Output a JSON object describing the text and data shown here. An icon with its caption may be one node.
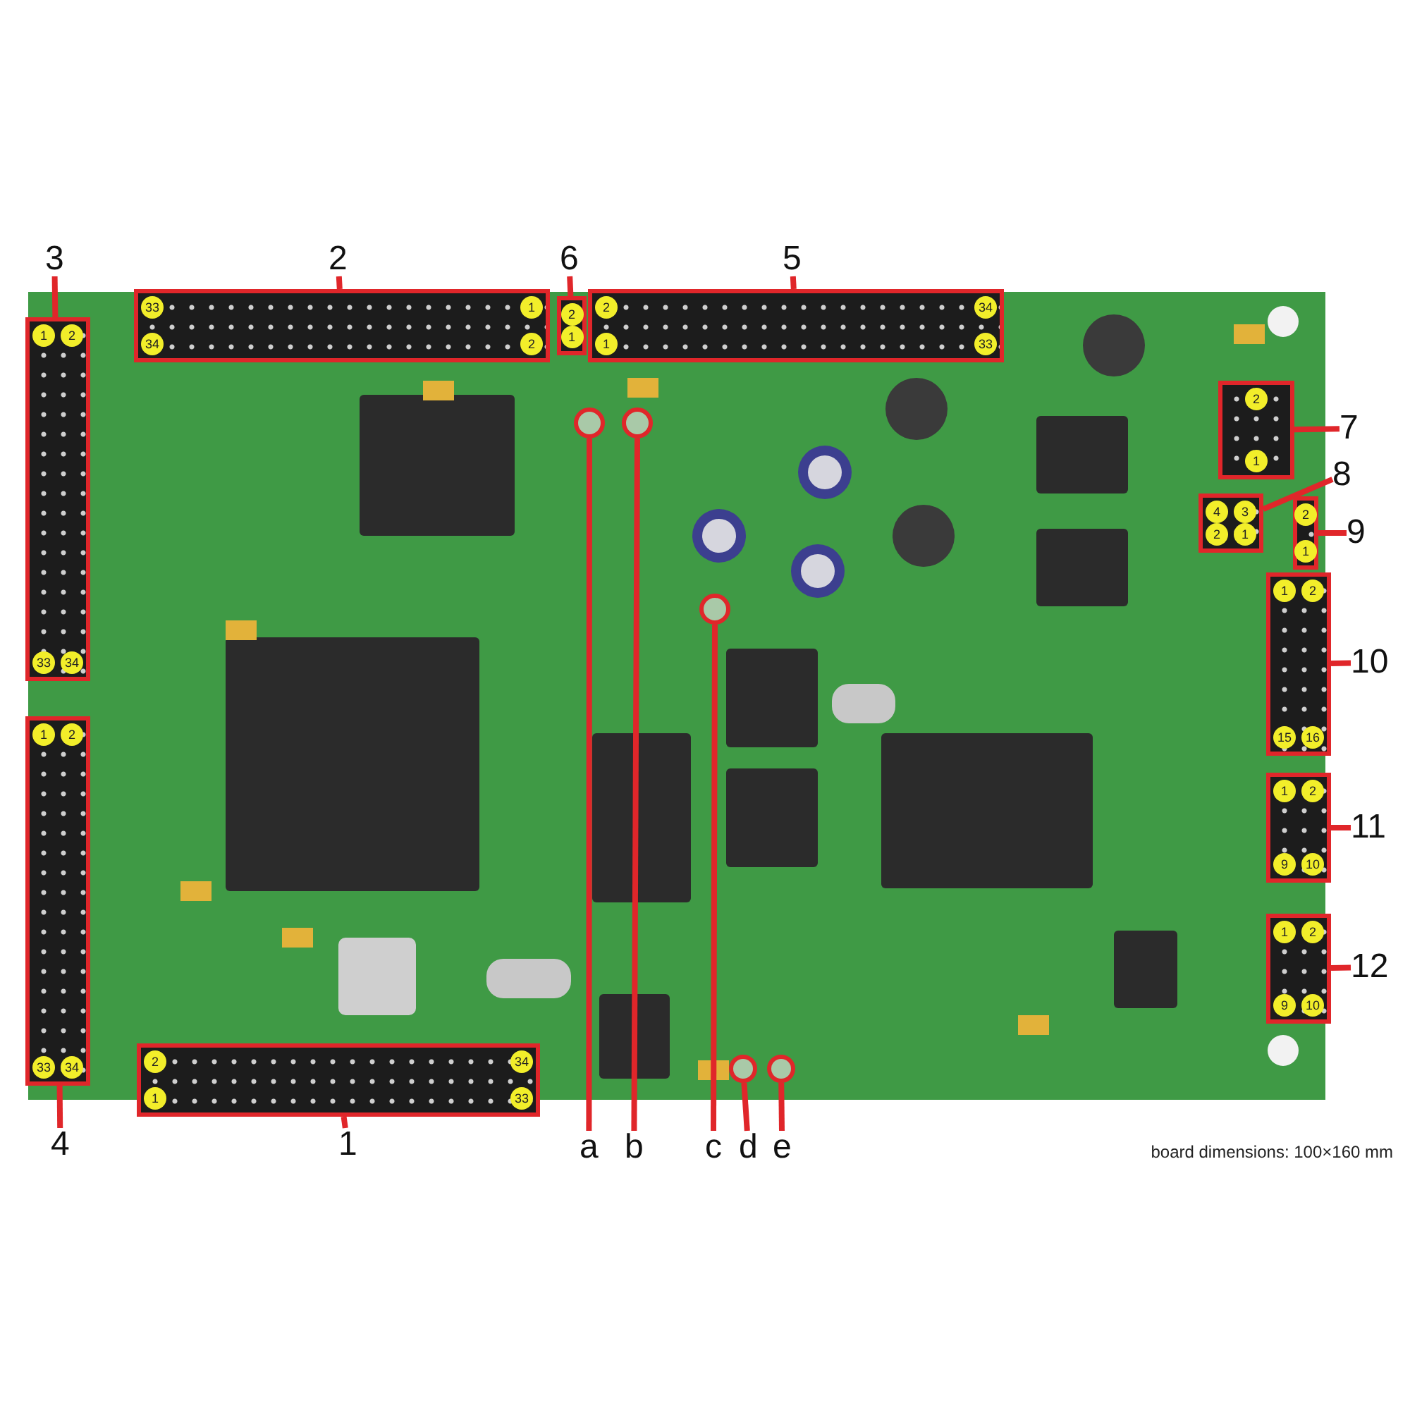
{
  "diagram": {
    "nodes": [
      {
        "text": [
          "3"
        ]
      },
      {
        "text": [
          "2"
        ]
      },
      {
        "text": [
          "6"
        ]
      },
      {
        "text": [
          "5"
        ]
      },
      {
        "text": [
          "1",
          "2",
          "33",
          "34"
        ]
      },
      {
        "text": [
          "33",
          "1",
          "34",
          "2"
        ]
      },
      {
        "text": [
          "2",
          "1"
        ]
      },
      {
        "text": [
          "2",
          "34",
          "1",
          "33"
        ]
      },
      {
        "text": [
          "7"
        ]
      },
      {
        "text": [
          "2",
          "1"
        ]
      },
      {
        "text": [],
        "shape": "circle"
      },
      {
        "text": [],
        "shape": "circle"
      },
      {
        "text": [
          "8"
        ]
      },
      {
        "text": [
          "4",
          "3",
          "2",
          "1"
        ]
      },
      {
        "text": [
          "2",
          "1"
        ]
      },
      {
        "text": [
          "9"
        ]
      },
      {
        "text": [],
        "shape": "circle"
      },
      {
        "text": [
          "1",
          "2",
          "15",
          "16"
        ]
      },
      {
        "text": [
          "10"
        ]
      },
      {
        "text": [
          "1",
          "2",
          "33",
          "34"
        ]
      },
      {
        "text": [
          "1",
          "2",
          "9",
          "10"
        ]
      },
      {
        "text": [
          "11"
        ]
      },
      {
        "text": [
          "1",
          "2",
          "9",
          "10"
        ]
      },
      {
        "text": [
          "12"
        ]
      },
      {
        "text": [],
        "shape": "circle"
      },
      {
        "text": [],
        "shape": "circle"
      },
      {
        "text": [
          "2",
          "34",
          "1",
          "33"
        ]
      },
      {
        "text": [
          "4"
        ]
      },
      {
        "text": [
          "1"
        ]
      },
      {
        "text": [
          "a"
        ]
      },
      {
        "text": [
          "b"
        ]
      },
      {
        "text": [
          "c"
        ]
      },
      {
        "text": [
          "d"
        ]
      },
      {
        "text": [
          "e"
        ]
      }
    ],
    "edges": [
      {
        "from": 0,
        "to": 4,
        "arrow": "none"
      },
      {
        "from": 1,
        "to": 5,
        "arrow": "none"
      },
      {
        "from": 2,
        "to": 6,
        "arrow": "none"
      },
      {
        "from": 3,
        "to": 7,
        "arrow": "none"
      },
      {
        "from": 8,
        "to": 9,
        "arrow": "none"
      },
      {
        "from": 12,
        "to": 13,
        "arrow": "none"
      },
      {
        "from": 15,
        "to": 14,
        "arrow": "none"
      },
      {
        "from": 18,
        "to": 17,
        "arrow": "none"
      },
      {
        "from": 21,
        "to": 20,
        "arrow": "none"
      },
      {
        "from": 23,
        "to": 22,
        "arrow": "none"
      },
      {
        "from": 27,
        "to": 19,
        "arrow": "none"
      },
      {
        "from": 28,
        "to": 26,
        "arrow": "none"
      },
      {
        "from": 29,
        "to": 10,
        "arrow": "none"
      },
      {
        "from": 30,
        "to": 11,
        "arrow": "none"
      },
      {
        "from": 31,
        "to": 16,
        "arrow": "none"
      },
      {
        "from": 32,
        "to": 24,
        "arrow": "none"
      },
      {
        "from": 33,
        "to": 25,
        "arrow": "none"
      }
    ],
    "labels": [
      "board dimensions: 100×160 mm"
    ]
  }
}
